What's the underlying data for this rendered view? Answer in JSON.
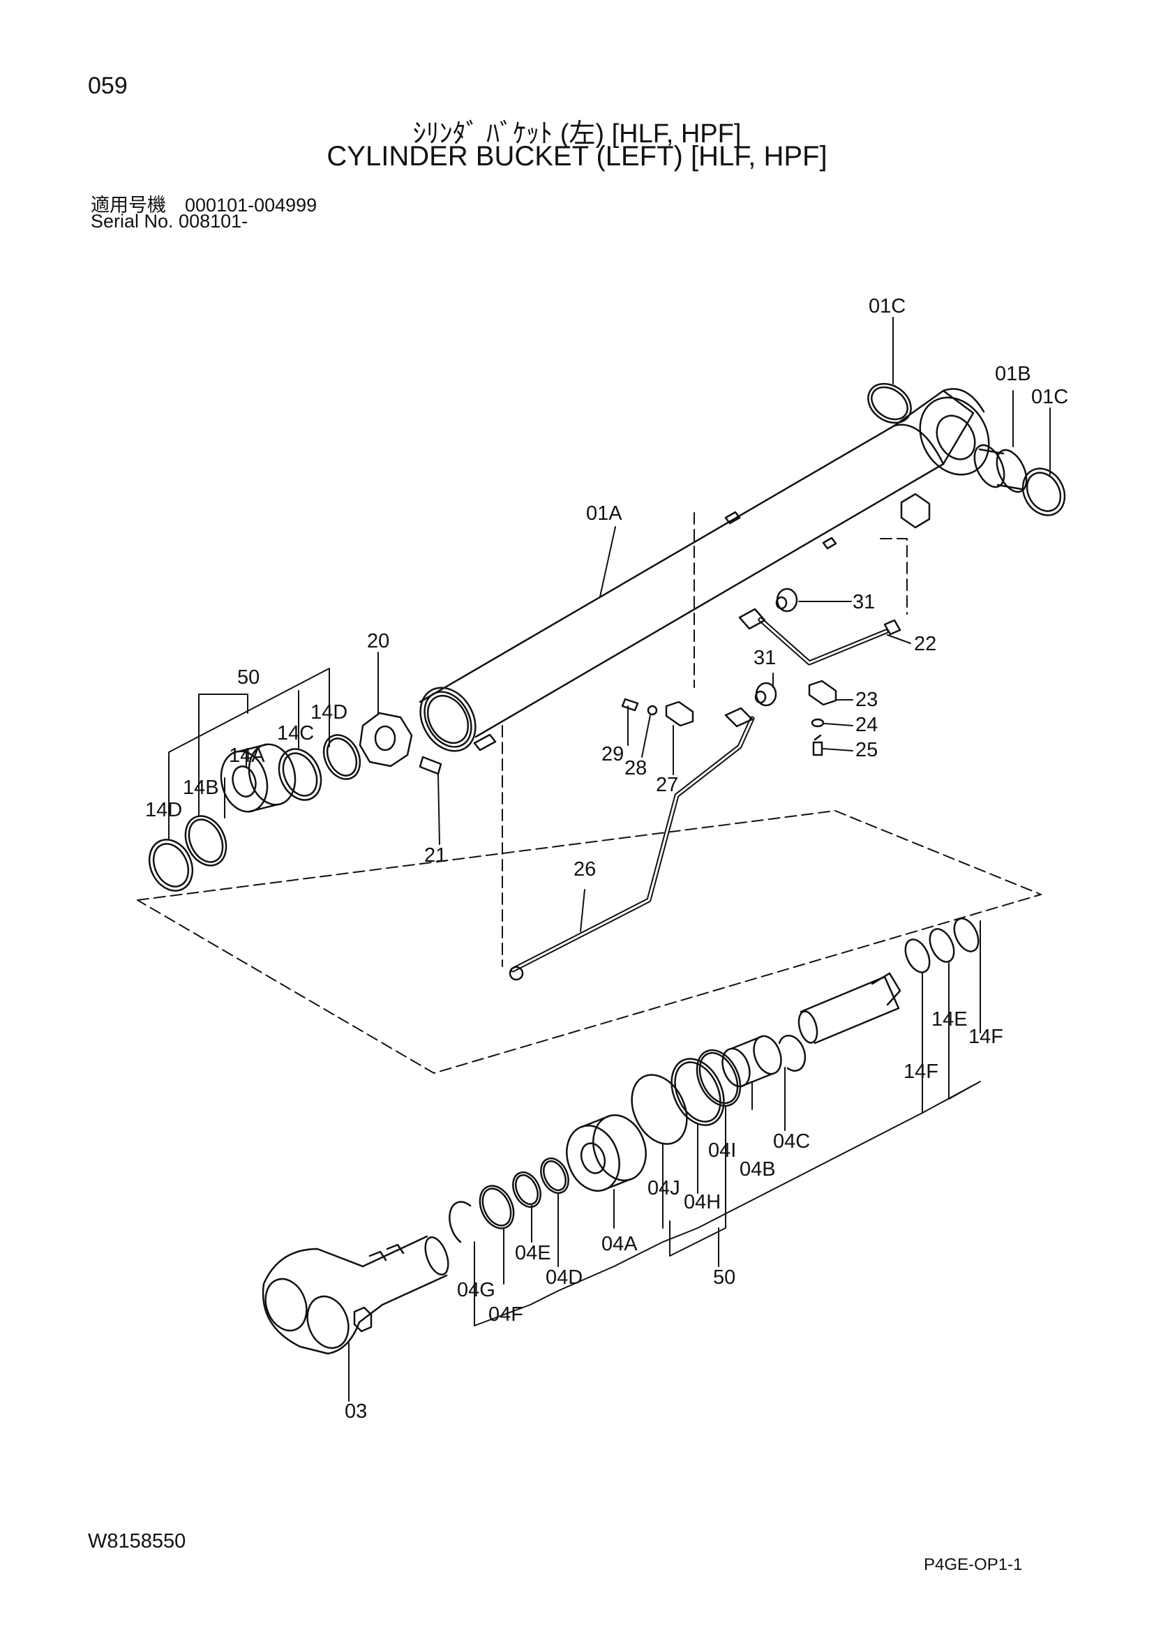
{
  "header": {
    "page_number": "059",
    "title_jp": "ｼﾘﾝﾀﾞ ﾊﾞｹｯﾄ (左) [HLF, HPF]",
    "title_en": "CYLINDER BUCKET (LEFT) [HLF, HPF]",
    "serial_jp": "適用号機　000101-004999",
    "serial_en": "Serial  No.  008101-"
  },
  "footer": {
    "document_code": "W8158550",
    "reference_code": "P4GE-OP1-1"
  },
  "callouts": {
    "c01C_top": "01C",
    "c01B": "01B",
    "c01C_right": "01C",
    "c01A": "01A",
    "c31_top": "31",
    "c22": "22",
    "c31_mid": "31",
    "c23": "23",
    "c24": "24",
    "c25": "25",
    "c29": "29",
    "c28": "28",
    "c27": "27",
    "c20": "20",
    "c21": "21",
    "c50_top": "50",
    "c14D_upper": "14D",
    "c14C": "14C",
    "c14A": "14A",
    "c14B": "14B",
    "c14D_lower": "14D",
    "c26": "26",
    "c14E": "14E",
    "c14F_right": "14F",
    "c14F_left": "14F",
    "c04C": "04C",
    "c04I": "04I",
    "c04B": "04B",
    "c04J": "04J",
    "c04H": "04H",
    "c04A": "04A",
    "c50_bottom": "50",
    "c04E": "04E",
    "c04D": "04D",
    "c04G": "04G",
    "c04F": "04F",
    "c03": "03"
  }
}
